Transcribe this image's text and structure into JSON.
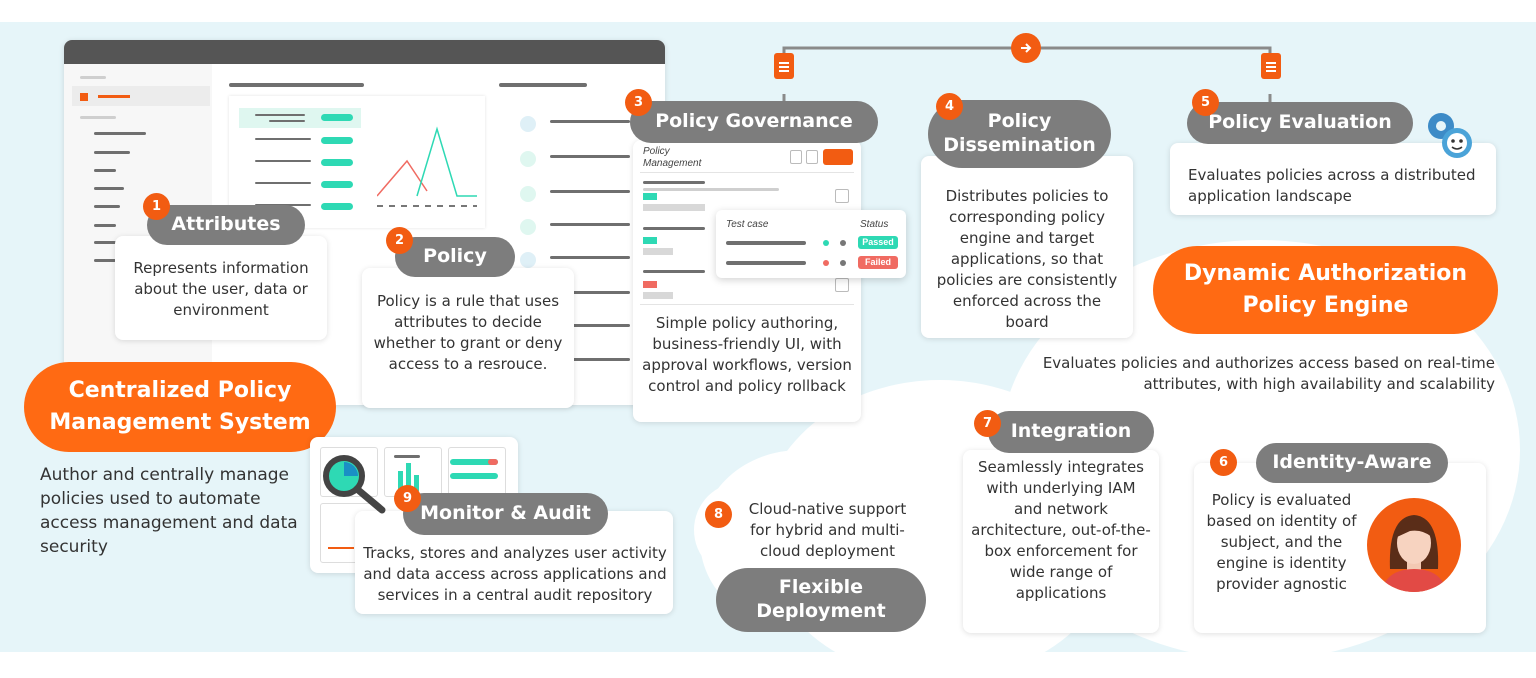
{
  "steps": {
    "attributes": {
      "number": "1",
      "title": "Attributes",
      "desc": "Represents information about the user, data or environment"
    },
    "policy": {
      "number": "2",
      "title": "Policy",
      "desc": "Policy is a rule that uses attributes to decide whether to grant or deny access to a resrouce."
    },
    "governance": {
      "number": "3",
      "title": "Policy Governance",
      "desc": "Simple policy authoring, business-friendly UI, with approval workflows, version control and policy rollback"
    },
    "dissemination": {
      "number": "4",
      "title_line1": "Policy",
      "title_line2": "Dissemination",
      "desc": "Distributes policies to corresponding policy engine and target applications, so that policies are consistently enforced across the board"
    },
    "evaluation": {
      "number": "5",
      "title": "Policy Evaluation",
      "desc": "Evaluates policies across a distributed application landscape"
    },
    "identity": {
      "number": "6",
      "title": "Identity-Aware",
      "desc": "Policy is evaluated based on identity of subject, and the engine is identity provider agnostic"
    },
    "integration": {
      "number": "7",
      "title": "Integration",
      "desc": "Seamlessly integrates with underlying IAM and network architecture, out-of-the-box enforcement for wide range of applications"
    },
    "deployment": {
      "number": "8",
      "title_line1": "Flexible",
      "title_line2": "Deployment",
      "desc": "Cloud-native support for hybrid and multi-cloud deployment"
    },
    "monitor": {
      "number": "9",
      "title": "Monitor & Audit",
      "desc": "Tracks, stores and analyzes user activity and data access across applications and services in a central audit repository"
    }
  },
  "cpms": {
    "line1": "Centralized Policy",
    "line2": "Management System",
    "desc": "Author and centrally manage policies used to automate access management and data security"
  },
  "engine": {
    "line1": "Dynamic Authorization",
    "line2": "Policy Engine",
    "desc": "Evaluates policies and authorizes access based on real-time attributes, with high availability  and scalability"
  },
  "mockup": {
    "policy_management": "Policy Management",
    "test_case_header": "Test case",
    "status_header": "Status",
    "passed_label": "Passed",
    "failed_label": "Failed"
  },
  "icons": [
    "arrow-right-icon",
    "document-icon",
    "gears-icon",
    "search-icon",
    "avatar-icon",
    "chart-icon"
  ],
  "colors": {
    "accent": "#f25c12",
    "pill": "#7d7d7d",
    "background": "#e6f5f9",
    "teal": "#2ed9b4",
    "red": "#f06b62"
  }
}
